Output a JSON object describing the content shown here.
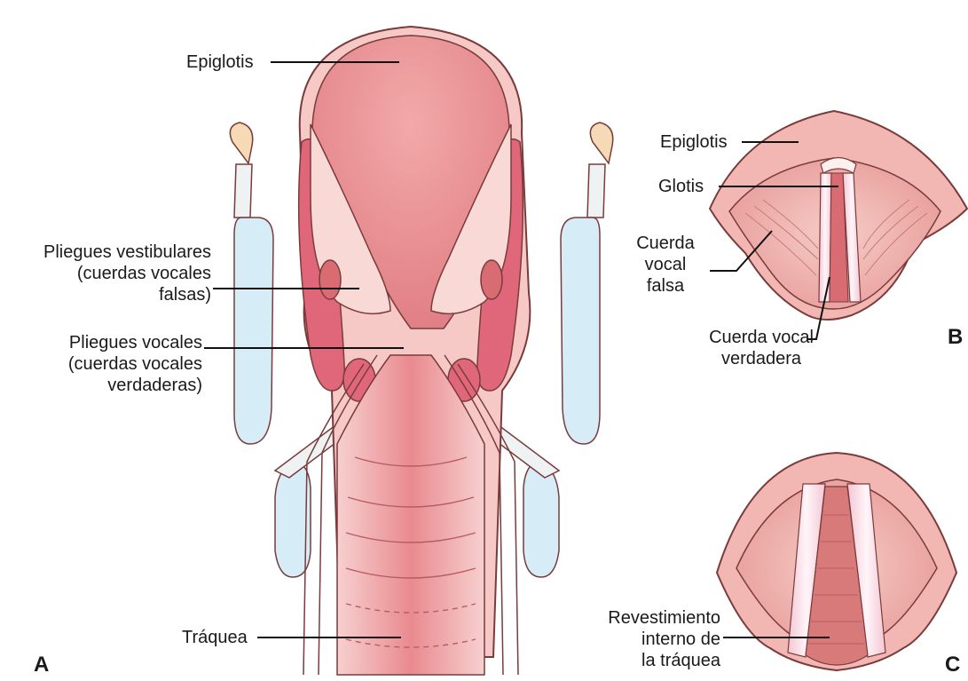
{
  "panels": {
    "a": "A",
    "b": "B",
    "c": "C"
  },
  "labels_a": {
    "epiglotis": "Epiglotis",
    "vestibulares_1": "Pliegues vestibulares",
    "vestibulares_2": "(cuerdas vocales",
    "vestibulares_3": "falsas)",
    "vocales_1": "Pliegues vocales",
    "vocales_2": "(cuerdas vocales",
    "vocales_3": "verdaderas)",
    "traquea": "Tráquea"
  },
  "labels_b": {
    "epiglotis": "Epiglotis",
    "glotis": "Glotis",
    "falsa_1": "Cuerda",
    "falsa_2": "vocal",
    "falsa_3": "falsa",
    "verdadera_1": "Cuerda vocal",
    "verdadera_2": "verdadera"
  },
  "labels_c": {
    "revest_1": "Revestimiento",
    "revest_2": "interno de",
    "revest_3": "la tráquea"
  },
  "colors": {
    "tissue_light": "#f9d9d6",
    "tissue_mid": "#eea3a3",
    "tissue_dark": "#d96b72",
    "muscle": "#e0677a",
    "outline": "#7a3b3b",
    "cartilage_blue": "#d6ecf7",
    "cartilage_tip": "#f6d9b5"
  }
}
